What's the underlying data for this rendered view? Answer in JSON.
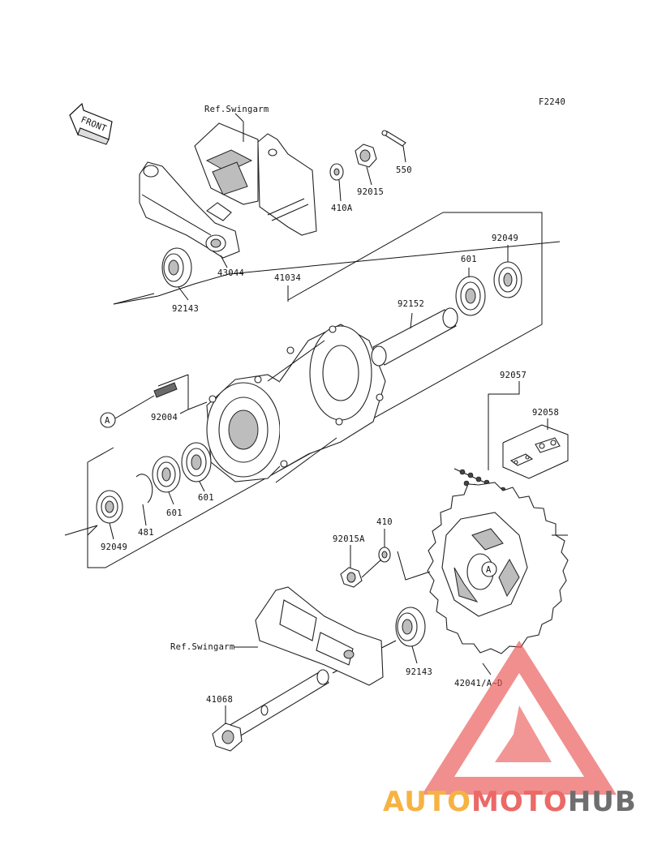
{
  "figure_code": "F2240",
  "front_label": "FRONT",
  "ref_swingarm_top": "Ref.Swingarm",
  "ref_swingarm_bottom": "Ref.Swingarm",
  "callout_a": "A",
  "callout_a2": "A",
  "parts": {
    "p550": "550",
    "p92015": "92015",
    "p410A": "410A",
    "p43044": "43044",
    "p92143_top": "92143",
    "p41034": "41034",
    "p92049_top": "92049",
    "p601_top": "601",
    "p92152": "92152",
    "p92057": "92057",
    "p92058": "92058",
    "p92004": "92004",
    "p601_mid": "601",
    "p601_low": "601",
    "p481": "481",
    "p92049_low": "92049",
    "p410": "410",
    "p92015A": "92015A",
    "p92143_low": "92143",
    "p42041": "42041/A~D",
    "p41068": "41068"
  },
  "watermark": {
    "part1": "AUTO",
    "part2": "MOTO",
    "part3": "HUB",
    "color1": "#f5a623",
    "color2": "#e8504d",
    "color3": "#555555",
    "triangle_color": "#e8504d"
  }
}
